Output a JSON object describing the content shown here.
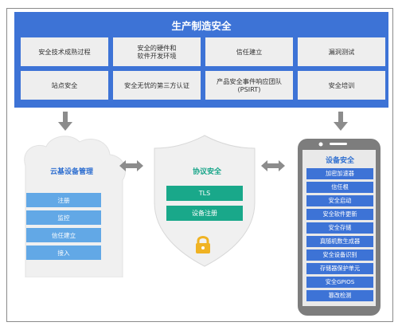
{
  "header": {
    "title": "生产制造安全"
  },
  "top_items": [
    "安全技术成熟过程",
    "安全的硬件和\n软件开发环境",
    "信任建立",
    "漏洞测试",
    "站点安全",
    "安全无忧的第三方认证",
    "产品安全事件响应团队\n(PSIRT)",
    "安全培训"
  ],
  "cloud": {
    "title": "云基设备管理",
    "items": [
      "注册",
      "监控",
      "信任建立",
      "接入"
    ]
  },
  "protocol": {
    "title": "协议安全",
    "items": [
      "TLS",
      "设备注册"
    ]
  },
  "device": {
    "title": "设备安全",
    "items": [
      "加密加速器",
      "信任根",
      "安全启动",
      "安全软件更新",
      "安全存储",
      "真随机数生成器",
      "安全设备识别",
      "存储器保护单元",
      "安全GPIOS",
      "篡改检测"
    ]
  },
  "colors": {
    "header_blue": "#3d73d6",
    "cloud_blue": "#62a8e6",
    "protocol_green": "#19a88a",
    "lock_gold": "#f0b323"
  }
}
